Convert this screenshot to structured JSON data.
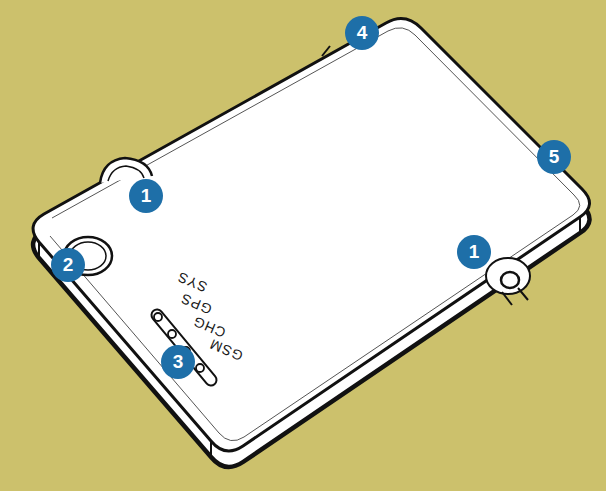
{
  "diagram": {
    "labels": [
      "4",
      "5",
      "1",
      "2",
      "1",
      "SYS",
      "GPS",
      "CHG",
      "GSM",
      "3"
    ]
  }
}
